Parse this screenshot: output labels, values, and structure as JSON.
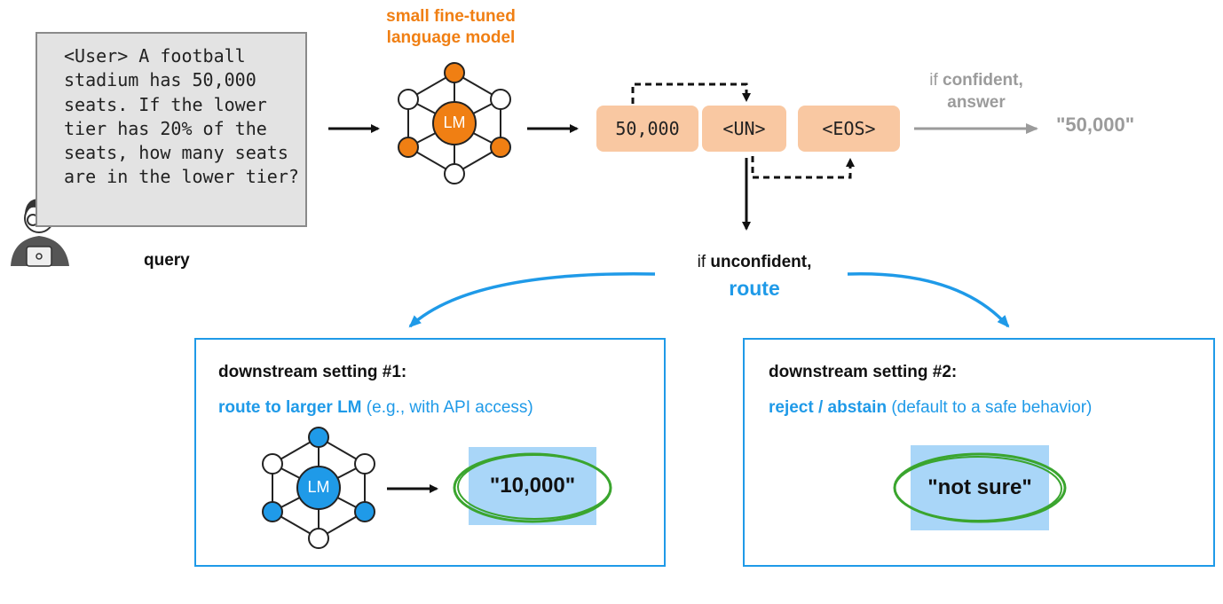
{
  "query": {
    "text": "<User> A football stadium has 50,000 seats. If the lower tier has 20% of the seats, how many seats are in the lower tier?",
    "label": "query"
  },
  "small_model": {
    "title_line1": "small fine-tuned",
    "title_line2": "language model",
    "node_label": "LM",
    "color": "#f07f13"
  },
  "tokens": [
    "50,000",
    "<UN>",
    "<EOS>"
  ],
  "confident_branch": {
    "prefix": "if ",
    "bold": "confident,",
    "line2": "answer",
    "output": "\"50,000\"",
    "color": "#9b9b9b"
  },
  "unconfident_branch": {
    "prefix": "if ",
    "bold": "unconfident,",
    "route": "route",
    "color": "#1f9ae8"
  },
  "setting1": {
    "title": "downstream setting #1:",
    "desc_bold": "route to larger LM",
    "desc_rest": " (e.g., with API access)",
    "node_label": "LM",
    "result": "\"10,000\""
  },
  "setting2": {
    "title": "downstream setting #2:",
    "desc_bold": "reject / abstain",
    "desc_rest": " (default to a safe behavior)",
    "result": "\"not sure\""
  },
  "colors": {
    "orange": "#f07f13",
    "token_bg": "#f9c8a2",
    "blue": "#1f9ae8",
    "result_bg": "#a9d6f8",
    "green_ellipse": "#3aa52e",
    "gray": "#9b9b9b"
  }
}
